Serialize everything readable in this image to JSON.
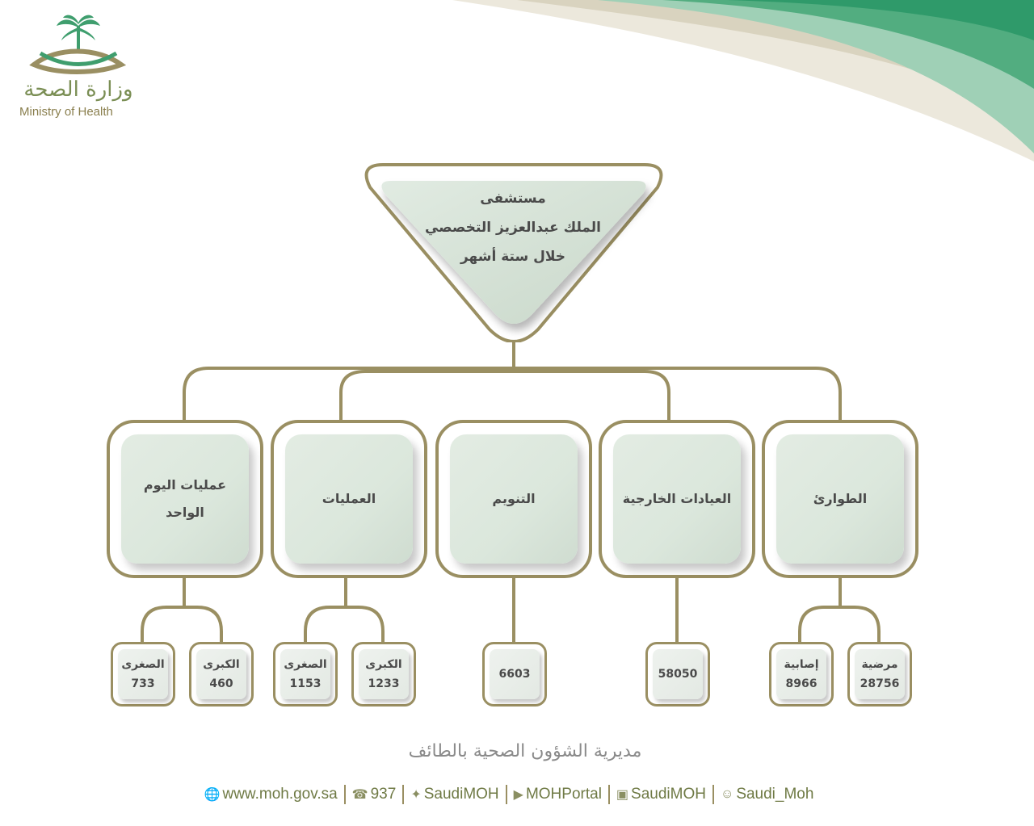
{
  "header": {
    "logo_arabic": "وزارة الصحة",
    "logo_english": "Ministry of Health"
  },
  "colors": {
    "accent_green": "#2f9a6a",
    "frame_gold": "#9a8f62",
    "box_fill": "#dde8de"
  },
  "title": {
    "line1": "مستشفى",
    "line2": "الملك عبدالعزيز التخصصي",
    "line3": "خلال ستة أشهر"
  },
  "categories": [
    {
      "label": "الطوارئ",
      "leaves": [
        {
          "label": "مرضية",
          "value": "28756"
        },
        {
          "label": "إصابية",
          "value": "8966"
        }
      ]
    },
    {
      "label": "العيادات الخارجية",
      "leaves": [
        {
          "value": "58050"
        }
      ]
    },
    {
      "label": "التنويم",
      "leaves": [
        {
          "value": "6603"
        }
      ]
    },
    {
      "label": "العمليات",
      "leaves": [
        {
          "label": "الكبرى",
          "value": "1233"
        },
        {
          "label": "الصغرى",
          "value": "1153"
        }
      ]
    },
    {
      "label": "عمليات اليوم\nالواحد",
      "leaves": [
        {
          "label": "الكبرى",
          "value": "460"
        },
        {
          "label": "الصغرى",
          "value": "733"
        }
      ]
    }
  ],
  "footer": {
    "directorate": "مديرية الشؤون الصحية بالطائف",
    "contacts": [
      {
        "icon": "globe-icon",
        "text": "www.moh.gov.sa"
      },
      {
        "icon": "phone-icon",
        "text": "937"
      },
      {
        "icon": "twitter-icon",
        "text": "SaudiMOH"
      },
      {
        "icon": "youtube-icon",
        "text": "MOHPortal"
      },
      {
        "icon": "facebook-icon",
        "text": "SaudiMOH"
      },
      {
        "icon": "snapchat-icon",
        "text": "Saudi_Moh"
      }
    ]
  }
}
